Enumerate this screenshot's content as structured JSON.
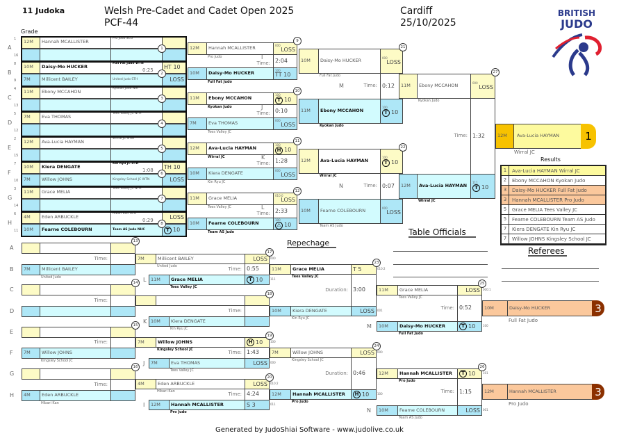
{
  "header": {
    "judoka_count": "11 Judoka",
    "title": "Welsh Pre-Cadet and Cadet Open 2025",
    "category": "PCF-44",
    "location": "Cardiff",
    "date": "25/10/2025",
    "grade_label": "Grade",
    "logo_line1": "BRITISH",
    "logo_line2": "JUDO"
  },
  "labels": {
    "time": "Time:",
    "duration": "Duration:",
    "repechage": "Repechage",
    "table_officials": "Table Officials",
    "referees": "Referees",
    "results": "Results"
  },
  "colors": {
    "yellow": "#fdfbc6",
    "blue": "#aee7f7",
    "gold": "#f7c200",
    "bronze": "#fbc89c",
    "bronze_badge": "#8b3000"
  },
  "main_draw": {
    "round1": [
      {
        "num": "1",
        "letter": "A",
        "time": "",
        "white": {
          "seed": "1",
          "grade": "12M",
          "name": "Hannah MCALLISTER",
          "club": "Pro Judo SCO"
        },
        "blue": {
          "seed": "16"
        }
      },
      {
        "num": "2",
        "letter": "B",
        "time": "0:25",
        "white": {
          "seed": "8",
          "grade": "10M",
          "name": "Daisy-Mo HUCKER",
          "club": "Full Fat Judo WTN",
          "score": "HT 10",
          "winner": true
        },
        "blue": {
          "seed": "9",
          "grade": "7M",
          "name": "Millicent BAILEY",
          "club": "United Judo STH",
          "score": "LOSS"
        }
      },
      {
        "num": "3",
        "letter": "C",
        "time": "",
        "white": {
          "seed": "4",
          "grade": "11M",
          "name": "Ebony MCCAHON",
          "club": "Kyokan Judo NIR"
        },
        "blue": {
          "seed": "13"
        }
      },
      {
        "num": "4",
        "letter": "D",
        "time": "",
        "white": {
          "seed": "5",
          "grade": "7M",
          "name": "Eva THOMAS",
          "club": "Tees Valley JC NTH"
        },
        "blue": {
          "seed": "12"
        }
      },
      {
        "num": "5",
        "letter": "E",
        "time": "",
        "white": {
          "seed": "2",
          "grade": "12M",
          "name": "Ava-Lucia HAYMAN",
          "club": "Wirral JC NTW"
        },
        "blue": {
          "seed": "15"
        }
      },
      {
        "num": "6",
        "letter": "F",
        "time": "1:08",
        "white": {
          "seed": "7",
          "grade": "10M",
          "name": "Kiera DENGATE",
          "club": "Kin Ryu JC STH",
          "score": "TH 10",
          "winner": true
        },
        "blue": {
          "seed": "10",
          "grade": "7M",
          "name": "Willow JOHNS",
          "club": "Kingsley School JC WTN",
          "score": "LOSS"
        }
      },
      {
        "num": "7",
        "letter": "G",
        "time": "",
        "white": {
          "seed": "3",
          "grade": "11M",
          "name": "Grace MELIA",
          "club": "Tees Valley JC NTH"
        },
        "blue": {
          "seed": "14"
        }
      },
      {
        "num": "8",
        "letter": "H",
        "time": "0:29",
        "white": {
          "seed": "6",
          "grade": "4M",
          "name": "Eden ARBUCKLE",
          "club": "Hibari Kan SCO",
          "score": "LOSS"
        },
        "blue": {
          "seed": "11",
          "grade": "10M",
          "name": "Fearne COLEBOURN",
          "club": "Team AS Judo NHC",
          "mark": "T",
          "score": "10",
          "winner": true
        }
      }
    ],
    "round2": [
      {
        "num": "9",
        "letter": "I",
        "time": "2:04",
        "white": {
          "grade": "12M",
          "name": "Hannah MCALLISTER",
          "club": "Pro Judo",
          "score": "LOSS",
          "code": "000"
        },
        "blue": {
          "grade": "10M",
          "name": "Daisy-Mo HUCKER",
          "club": "Full Fat Judo",
          "score": "TT 10",
          "code": "100",
          "winner": true
        }
      },
      {
        "num": "10",
        "letter": "J",
        "time": "0:10",
        "white": {
          "grade": "11M",
          "name": "Ebony MCCAHON",
          "club": "Kyokan Judo",
          "mark": "T",
          "score": "10",
          "code": "100",
          "winner": true
        },
        "blue": {
          "grade": "7M",
          "name": "Eva THOMAS",
          "club": "Tees Valley JC",
          "score": "LOSS",
          "code": "000"
        }
      },
      {
        "num": "11",
        "letter": "K",
        "time": "1:28",
        "white": {
          "grade": "12M",
          "name": "Ava-Lucia HAYMAN",
          "club": "Wirral JC",
          "mark": "H",
          "score": "10",
          "code": "100",
          "winner": true
        },
        "blue": {
          "grade": "10M",
          "name": "Kiera DENGATE",
          "club": "Kin Ryu JC",
          "score": "LOSS",
          "code": "000"
        }
      },
      {
        "num": "12",
        "letter": "L",
        "time": "2:33",
        "white": {
          "grade": "11M",
          "name": "Grace MELIA",
          "club": "Tees Valley JC",
          "score": "LOSS",
          "code": "010:0"
        },
        "blue": {
          "grade": "10M",
          "name": "Fearne COLEBOURN",
          "club": "Team AS Judo",
          "mark": "⚠",
          "score": "10",
          "code": "100",
          "winner": true
        }
      }
    ],
    "semis": [
      {
        "num": "21",
        "letter": "M",
        "time": "0:12",
        "white": {
          "grade": "10M",
          "name": "Daisy-Mo HUCKER",
          "club": "Full Fat Judo",
          "score": "LOSS",
          "code": "000"
        },
        "blue": {
          "grade": "11M",
          "name": "Ebony MCCAHON",
          "club": "Kyokan Judo",
          "mark": "T",
          "score": "10",
          "code": "100",
          "winner": true
        }
      },
      {
        "num": "22",
        "letter": "N",
        "time": "0:07",
        "white": {
          "grade": "12M",
          "name": "Ava-Lucia HAYMAN",
          "club": "Wirral JC",
          "mark": "T",
          "score": "10",
          "code": "100",
          "winner": true
        },
        "blue": {
          "grade": "10M",
          "name": "Fearne COLEBOURN",
          "club": "Team AS Judo",
          "score": "LOSS",
          "code": "000"
        }
      }
    ],
    "final": {
      "num": "27",
      "time": "1:32",
      "white": {
        "grade": "11M",
        "name": "Ebony MCCAHON",
        "club": "Kyokan Judo",
        "score": "LOSS",
        "code": "000"
      },
      "blue": {
        "grade": "12M",
        "name": "Ava-Lucia HAYMAN",
        "club": "Wirral JC",
        "mark": "T",
        "score": "10",
        "code": "111",
        "winner": true
      }
    },
    "winner": {
      "grade": "12M",
      "name": "Ava-Lucia HAYMAN",
      "club": "Wirral JC",
      "place": "1"
    }
  },
  "results": [
    {
      "place": "1",
      "text": "Ava-Lucia HAYMAN Wirral JC"
    },
    {
      "place": "2",
      "text": "Ebony MCCAHON Kyokan Judo"
    },
    {
      "place": "3",
      "text": "Daisy-Mo HUCKER Full Fat Judo"
    },
    {
      "place": "3",
      "text": "Hannah MCALLISTER Pro Judo"
    },
    {
      "place": "5",
      "text": "Grace MELIA Tees Valley JC"
    },
    {
      "place": "5",
      "text": "Fearne COLEBOURN Team AS Judo"
    },
    {
      "place": "7",
      "text": "Kiera DENGATE Kin Ryu JC"
    },
    {
      "place": "7",
      "text": "Willow JOHNS Kingsley School JC"
    }
  ],
  "repechage": {
    "round1": [
      {
        "num": "13",
        "rows": [
          "A",
          "B"
        ],
        "time": "",
        "white": {},
        "blue": {
          "grade": "7M",
          "name": "Millicent BAILEY",
          "club": "United Judo"
        }
      },
      {
        "num": "14",
        "rows": [
          "C",
          "D"
        ],
        "time": "",
        "white": {},
        "blue": {}
      },
      {
        "num": "15",
        "rows": [
          "E",
          "F"
        ],
        "time": "",
        "white": {},
        "blue": {
          "grade": "7M",
          "name": "Willow JOHNS",
          "club": "Kingsley School JC"
        }
      },
      {
        "num": "16",
        "rows": [
          "G",
          "H"
        ],
        "time": "",
        "white": {},
        "blue": {
          "grade": "4M",
          "name": "Eden ARBUCKLE",
          "club": "Hibari Kan"
        }
      }
    ],
    "round2": [
      {
        "num": "17",
        "letter": "L",
        "time": "0:55",
        "white": {
          "grade": "7M",
          "name": "Millicent BAILEY",
          "club": "United Judo",
          "score": "LOSS",
          "code": "000"
        },
        "blue": {
          "grade": "11M",
          "name": "Grace MELIA",
          "club": "Tees Valley JC",
          "mark": "T",
          "score": "10",
          "code": "111",
          "winner": true
        }
      },
      {
        "num": "18",
        "letter": "K",
        "time": "",
        "white": {},
        "blue": {
          "grade": "10M",
          "name": "Kiera DENGATE",
          "club": "Kin Ryu JC"
        }
      },
      {
        "num": "19",
        "letter": "J",
        "time": "1:43",
        "white": {
          "grade": "7M",
          "name": "Willow JOHNS",
          "club": "Kingsley School JC",
          "mark": "H",
          "score": "10",
          "code": "100",
          "winner": true
        },
        "blue": {
          "grade": "7M",
          "name": "Eva THOMAS",
          "club": "Tees Valley JC",
          "score": "LOSS",
          "code": "000"
        }
      },
      {
        "num": "20",
        "letter": "I",
        "time": "4:24",
        "white": {
          "grade": "4M",
          "name": "Eden ARBUCKLE",
          "club": "Hibari Kan",
          "score": "LOSS",
          "code": "010:2"
        },
        "blue": {
          "grade": "12M",
          "name": "Hannah MCALLISTER",
          "club": "Pro Judo",
          "score": "S 3",
          "code": "011",
          "winner": true
        }
      }
    ],
    "round3": [
      {
        "num": "23",
        "time": "3:00",
        "white": {
          "grade": "11M",
          "name": "Grace MELIA",
          "club": "Tees Valley JC",
          "score": "T 5",
          "code": "010:2",
          "winner": true
        },
        "blue": {
          "grade": "10M",
          "name": "Kiera DENGATE",
          "club": "Kin Ryu JC",
          "score": "LOSS",
          "code": "001"
        }
      },
      {
        "num": "24",
        "time": "0:46",
        "white": {
          "grade": "7M",
          "name": "Willow JOHNS",
          "club": "Kingsley School JC",
          "score": "LOSS",
          "code": "000"
        },
        "blue": {
          "grade": "12M",
          "name": "Hannah MCALLISTER",
          "club": "Pro Judo",
          "mark": "H",
          "score": "10",
          "code": "100",
          "winner": true
        }
      }
    ],
    "bronze": [
      {
        "num": "25",
        "letter": "M",
        "time": "0:52",
        "white": {
          "grade": "11M",
          "name": "Grace MELIA",
          "club": "Tees Valley JC",
          "score": "LOSS",
          "code": "000:1"
        },
        "blue": {
          "grade": "10M",
          "name": "Daisy-Mo HUCKER",
          "club": "Full Fat Judo",
          "mark": "T",
          "score": "10",
          "code": "100",
          "winner": true
        }
      },
      {
        "num": "26",
        "letter": "N",
        "time": "1:15",
        "white": {
          "grade": "12M",
          "name": "Hannah MCALLISTER",
          "club": "Pro Judo",
          "mark": "T",
          "score": "10",
          "code": "101",
          "winner": true
        },
        "blue": {
          "grade": "10M",
          "name": "Fearne COLEBOURN",
          "club": "Team AS Judo",
          "score": "LOSS",
          "code": "001"
        }
      }
    ],
    "bronze_winners": [
      {
        "grade": "10M",
        "name": "Daisy-Mo HUCKER",
        "club": "Full Fat Judo",
        "place": "3"
      },
      {
        "grade": "12M",
        "name": "Hannah MCALLISTER",
        "club": "Pro Judo",
        "place": "3"
      }
    ]
  },
  "footer": "Generated by JudoShiai Software - www.judolive.co.uk"
}
